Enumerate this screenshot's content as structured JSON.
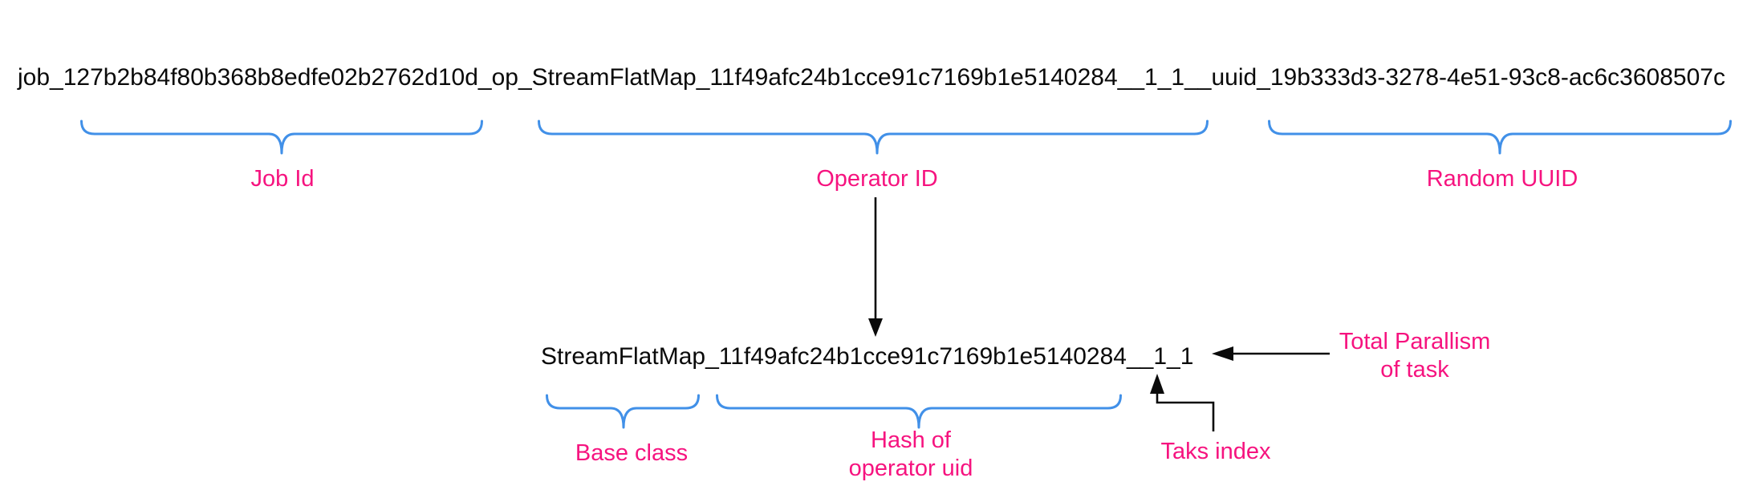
{
  "diagram": {
    "full_task_id": "job_127b2b84f80b368b8edfe02b2762d10d_op_StreamFlatMap_11f49afc24b1cce91c7169b1e5140284__1_1__uuid_19b333d3-3278-4e51-93c8-ac6c3608507c",
    "operator_task_name": "StreamFlatMap_11f49afc24b1cce91c7169b1e5140284__1_1",
    "labels": {
      "job_id": "Job Id",
      "operator_id": "Operator ID",
      "random_uuid": "Random UUID",
      "base_class": "Base class",
      "hash_line1": "Hash of",
      "hash_line2": "operator uid",
      "task_index": "Taks index",
      "parallelism_line1": "Total Parallism",
      "parallelism_line2": "of task"
    },
    "colors": {
      "brace_blue": "#4190e8",
      "label_pink": "#f6137f",
      "text_black": "#0a0a0a",
      "background": "#ffffff"
    }
  }
}
